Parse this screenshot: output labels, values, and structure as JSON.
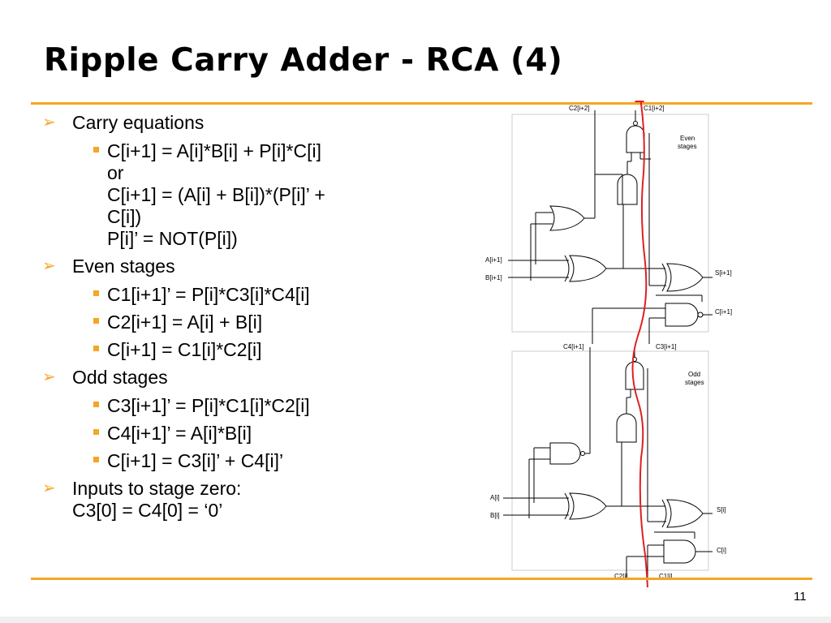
{
  "title": "Ripple Carry Adder - RCA (4)",
  "page_number": "11",
  "colors": {
    "accent": "#f5a623",
    "carry_path": "#e02020"
  },
  "bullets": [
    {
      "text": "Carry equations",
      "sub": [
        {
          "lines": [
            "C[i+1] = A[i]*B[i] + P[i]*C[i]",
            "or",
            "C[i+1] = (A[i] + B[i])*(P[i]’ +",
            "C[i])",
            "P[i]’ = NOT(P[i])"
          ]
        }
      ]
    },
    {
      "text": "Even stages",
      "sub": [
        {
          "lines": [
            "C1[i+1]’ = P[i]*C3[i]*C4[i]"
          ]
        },
        {
          "lines": [
            "C2[i+1] = A[i] + B[i]"
          ]
        },
        {
          "lines": [
            "C[i+1] = C1[i]*C2[i]"
          ]
        }
      ]
    },
    {
      "text": "Odd stages",
      "sub": [
        {
          "lines": [
            "C3[i+1]’ = P[i]*C1[i]*C2[i]"
          ]
        },
        {
          "lines": [
            "C4[i+1]’ = A[i]*B[i]"
          ]
        },
        {
          "lines": [
            "C[i+1] = C3[i]’ + C4[i]’"
          ]
        }
      ]
    },
    {
      "text": "Inputs to stage zero:",
      "text2": "C3[0] = C4[0] = ‘0’",
      "sub": []
    }
  ],
  "diagram": {
    "even": {
      "label_line1": "Even",
      "label_line2": "stages",
      "top_left": "C2[i+2]",
      "top_right": "C1[i+2]",
      "in_a": "A[i+1]",
      "in_b": "B[i+1]",
      "out_s": "S[i+1]",
      "out_c": "C[i+1]"
    },
    "odd": {
      "label_line1": "Odd",
      "label_line2": "stages",
      "top_left": "C4[i+1]",
      "top_right": "C3[i+1]",
      "in_a": "A[i]",
      "in_b": "B[i]",
      "out_s": "S[i]",
      "out_c": "C[i]"
    },
    "bottom_left": "C2[i]",
    "bottom_right": "C1[i]"
  }
}
